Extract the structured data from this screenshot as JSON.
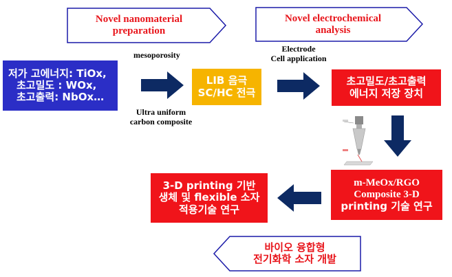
{
  "top_left_banner": {
    "line1": "Novel nanomaterial",
    "line2": "preparation"
  },
  "top_right_banner": {
    "line1": "Novel  electrochemical",
    "line2": "analysis"
  },
  "bottom_banner": {
    "line1": "바이오 융합형",
    "line2": "전기화학 소자 개발"
  },
  "box_materials": {
    "line1": "저가 고에너지: TiOx,",
    "line2": "초고밀도 : WOx,",
    "line3": "초고출력: NbOx…"
  },
  "box_lib": {
    "line1": "LIB 음극",
    "line2": "SC/HC 전극"
  },
  "box_storage": {
    "line1": "초고밀도/초고출력",
    "line2": "에너지 저장 장치"
  },
  "box_composite": {
    "line1": "m-MeOx/RGO",
    "line2": "Composite 3-D",
    "line3": "printing 기술 연구"
  },
  "box_printing": {
    "line1": "3-D printing 기반",
    "line2": "생체 및 flexible 소자",
    "line3": "적용기술 연구"
  },
  "labels": {
    "mesoporosity": "mesoporosity",
    "electrode_1": "Electrode",
    "electrode_2": "Cell application",
    "ultra_1": "Ultra uniform",
    "ultra_2": "carbon composite"
  },
  "colors": {
    "blue": "#2b2ec6",
    "yellow": "#f6b400",
    "red": "#f0141a",
    "navy": "#0d2a63",
    "banner_text": "#e8151b",
    "banner_border": "#1a1aa8"
  }
}
